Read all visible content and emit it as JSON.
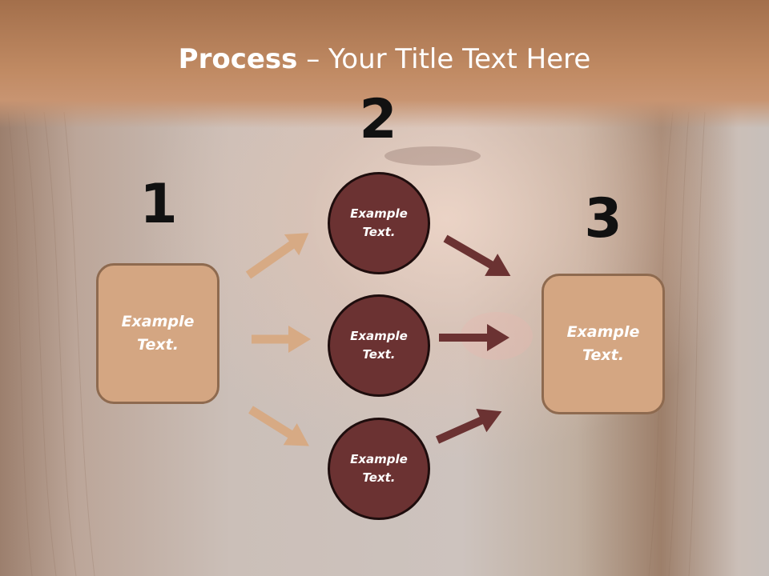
{
  "title": {
    "bold_part": "Process",
    "separator": " – ",
    "regular_part": "Your Title Text Here"
  },
  "steps": {
    "one": {
      "number": "1",
      "text": "Example Text."
    },
    "two": {
      "number": "2"
    },
    "three": {
      "number": "3",
      "text": "Example Text."
    }
  },
  "circles": [
    {
      "text": "Example Text."
    },
    {
      "text": "Example Text."
    },
    {
      "text": "Example Text."
    }
  ],
  "colors": {
    "header": "#c08a63",
    "box_fill": "#d4a682",
    "box_border": "#8e6a4f",
    "circle_fill": "#6b3232",
    "circle_border": "#1e0d0d",
    "arrow_light": "#d7aa84",
    "arrow_dark": "#6b3232"
  }
}
